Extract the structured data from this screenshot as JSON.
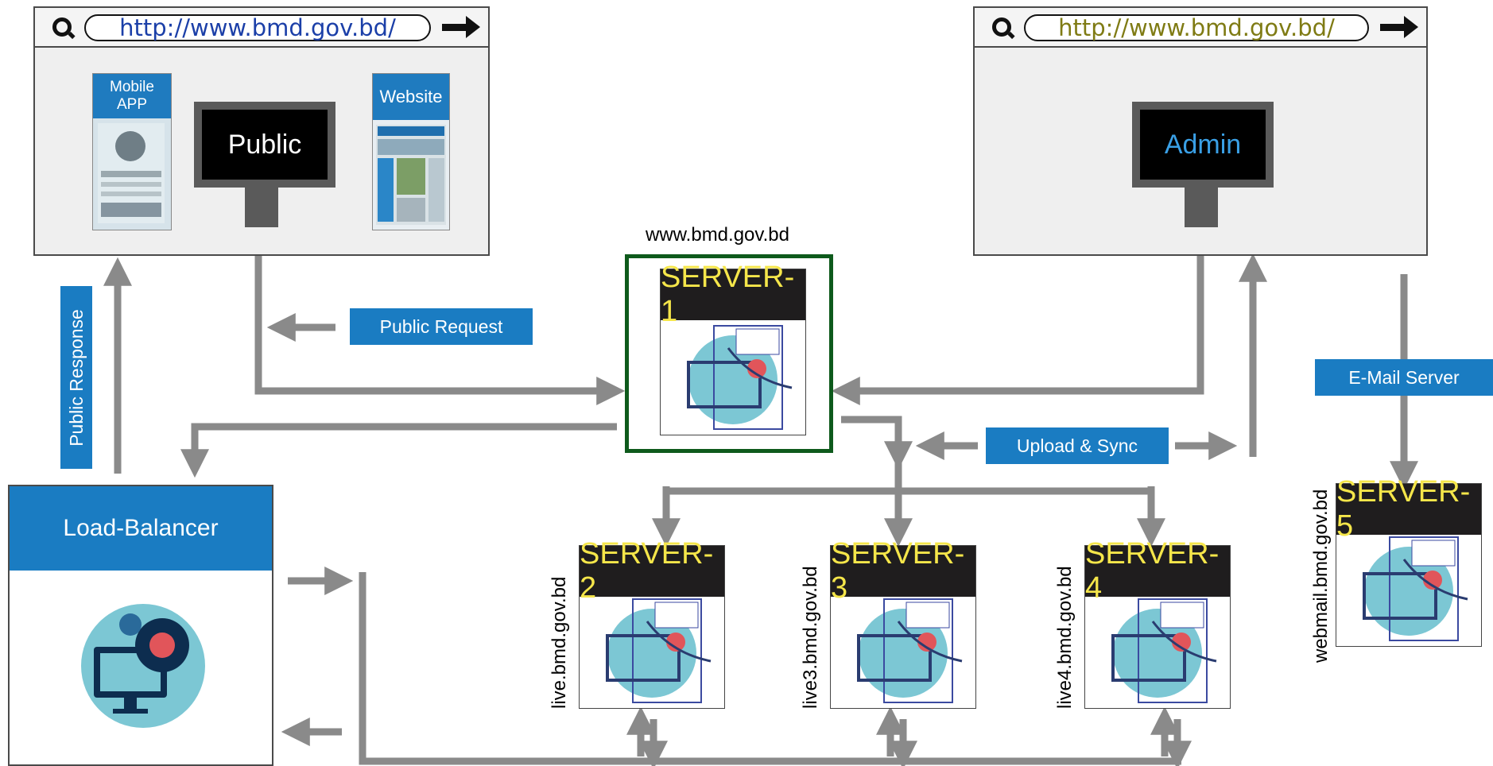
{
  "public_browser": {
    "url": "http://www.bmd.gov.bd/",
    "screen_label": "Public"
  },
  "admin_browser": {
    "url": "http://www.bmd.gov.bd/",
    "screen_label": "Admin"
  },
  "mobile_app": {
    "label_line1": "Mobile",
    "label_line2": "APP"
  },
  "website": {
    "label": "Website"
  },
  "tags": {
    "public_request": "Public Request",
    "public_response": "Public Response",
    "upload_sync": "Upload & Sync",
    "email_server": "E-Mail Server"
  },
  "load_balancer": {
    "label": "Load-Balancer"
  },
  "servers": [
    {
      "title": "SERVER-1",
      "domain": "www.bmd.gov.bd"
    },
    {
      "title": "SERVER-2",
      "domain": "live.bmd.gov.bd"
    },
    {
      "title": "SERVER-3",
      "domain": "live3.bmd.gov.bd"
    },
    {
      "title": "SERVER-4",
      "domain": "live4.bmd.gov.bd"
    },
    {
      "title": "SERVER-5",
      "domain": "webmail.bmd.gov.bd"
    }
  ],
  "colors": {
    "accent_blue": "#1a7cc2",
    "server1_border": "#0e5a1c",
    "server_title_text": "#f5e64a",
    "admin_text": "#3aa0e6",
    "public_url_text": "#1b3fa8",
    "admin_url_text": "#7f7b14",
    "connector_gray": "#8a8a8a"
  }
}
